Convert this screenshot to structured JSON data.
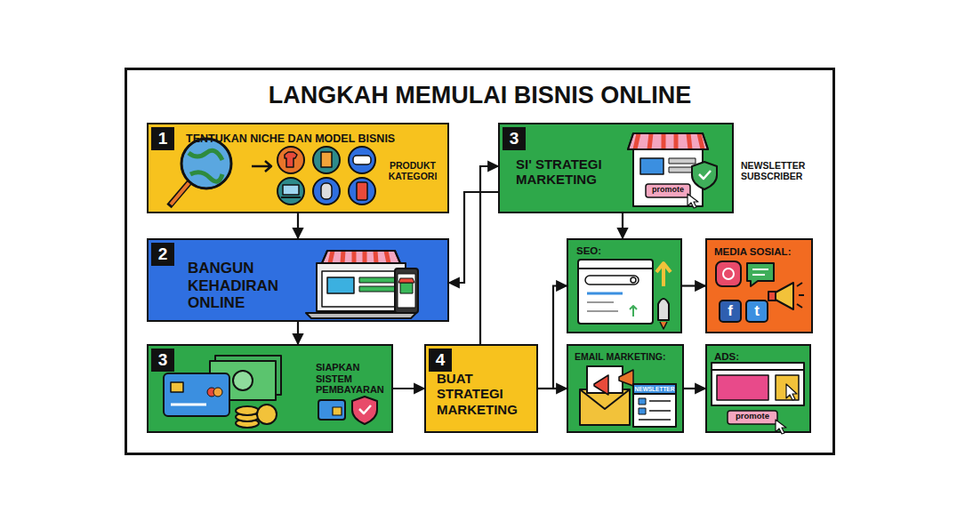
{
  "diagram": {
    "title": "LANGKAH MEMULAI BISNIS ONLINE",
    "nodes": [
      {
        "text": [
          "1",
          "TENTUKAN NICHE DAN MODEL BISNIS",
          "PRODUKT KATEGORI"
        ]
      },
      {
        "text": [
          "2",
          "BANGUN KEHADIRAN ONLINE"
        ]
      },
      {
        "text": [
          "3",
          "SIAPKAN SISTEM PEMBAYARAN"
        ]
      },
      {
        "text": [
          "4",
          "BUAT STRATEGI MARKETING"
        ]
      },
      {
        "text": [
          "3",
          "SI' STRATEGI MARKETING"
        ]
      },
      {
        "text": [
          "SEO:"
        ]
      },
      {
        "text": [
          "MEDIA SOSIAL:"
        ]
      },
      {
        "text": [
          "EMAIL MARKETING:"
        ]
      },
      {
        "text": [
          "ADS:"
        ]
      }
    ],
    "edges": [
      {
        "from": 0,
        "to": 1,
        "arrow": "to"
      },
      {
        "from": 1,
        "to": 2,
        "arrow": "to"
      },
      {
        "from": 2,
        "to": 3,
        "arrow": "to"
      },
      {
        "from": 3,
        "to": 4,
        "arrow": "to"
      },
      {
        "from": 4,
        "to": 1,
        "arrow": "to"
      },
      {
        "from": 4,
        "to": 5,
        "arrow": "to"
      },
      {
        "from": 3,
        "to": 5,
        "arrow": "to"
      },
      {
        "from": 3,
        "to": 7,
        "arrow": "to"
      },
      {
        "from": 5,
        "to": 6,
        "arrow": "to"
      },
      {
        "from": 7,
        "to": 8,
        "arrow": "to"
      }
    ],
    "labels": [
      "NEWSLETTER SUBSCRIBER",
      "promote",
      "f",
      "t",
      "NEWSLETTER",
      "promote"
    ]
  }
}
